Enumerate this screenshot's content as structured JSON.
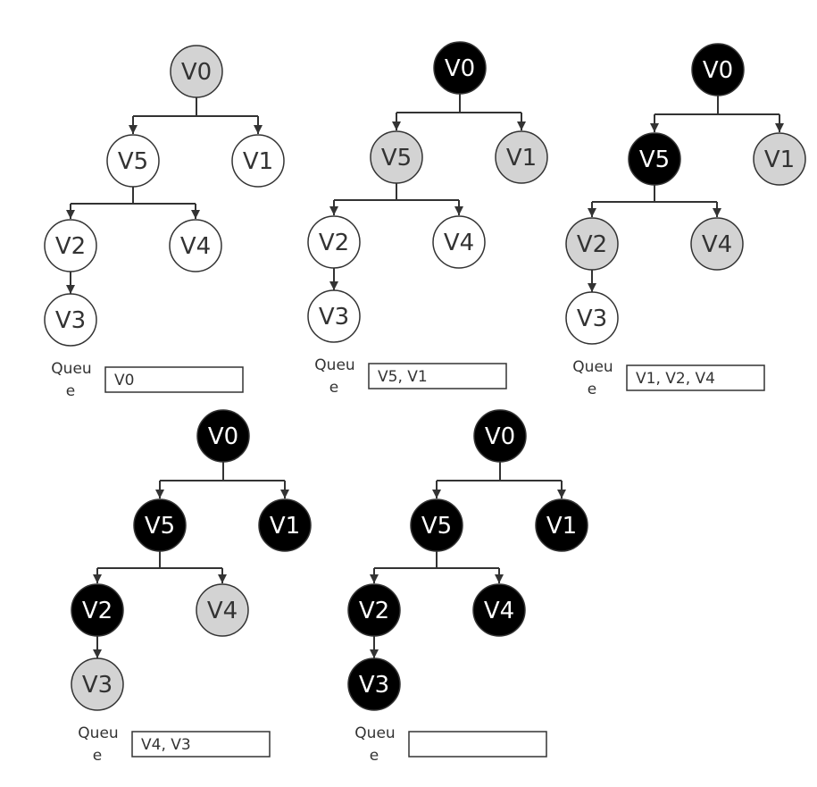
{
  "colors": {
    "white": "#ffffff",
    "gray": "#d3d3d3",
    "black": "#000000",
    "stroke": "#333333",
    "text_dark": "#333333",
    "text_light": "#ffffff"
  },
  "queue_caption_lines": [
    "Queu",
    "e"
  ],
  "node_ids": [
    "V0",
    "V5",
    "V1",
    "V2",
    "V4",
    "V3"
  ],
  "edges": [
    [
      "V0",
      "V5"
    ],
    [
      "V0",
      "V1"
    ],
    [
      "V5",
      "V2"
    ],
    [
      "V5",
      "V4"
    ],
    [
      "V2",
      "V3"
    ]
  ],
  "steps": [
    {
      "queue": "V0",
      "states": {
        "V0": "gray",
        "V5": "white",
        "V1": "white",
        "V2": "white",
        "V4": "white",
        "V3": "white"
      }
    },
    {
      "queue": "V5, V1",
      "states": {
        "V0": "black",
        "V5": "gray",
        "V1": "gray",
        "V2": "white",
        "V4": "white",
        "V3": "white"
      }
    },
    {
      "queue": "V1, V2, V4",
      "states": {
        "V0": "black",
        "V5": "black",
        "V1": "gray",
        "V2": "gray",
        "V4": "gray",
        "V3": "white"
      }
    },
    {
      "queue": "V4, V3",
      "states": {
        "V0": "black",
        "V5": "black",
        "V1": "black",
        "V2": "black",
        "V4": "gray",
        "V3": "gray"
      }
    },
    {
      "queue": "",
      "states": {
        "V0": "black",
        "V5": "black",
        "V1": "black",
        "V2": "black",
        "V4": "black",
        "V3": "black"
      }
    }
  ]
}
